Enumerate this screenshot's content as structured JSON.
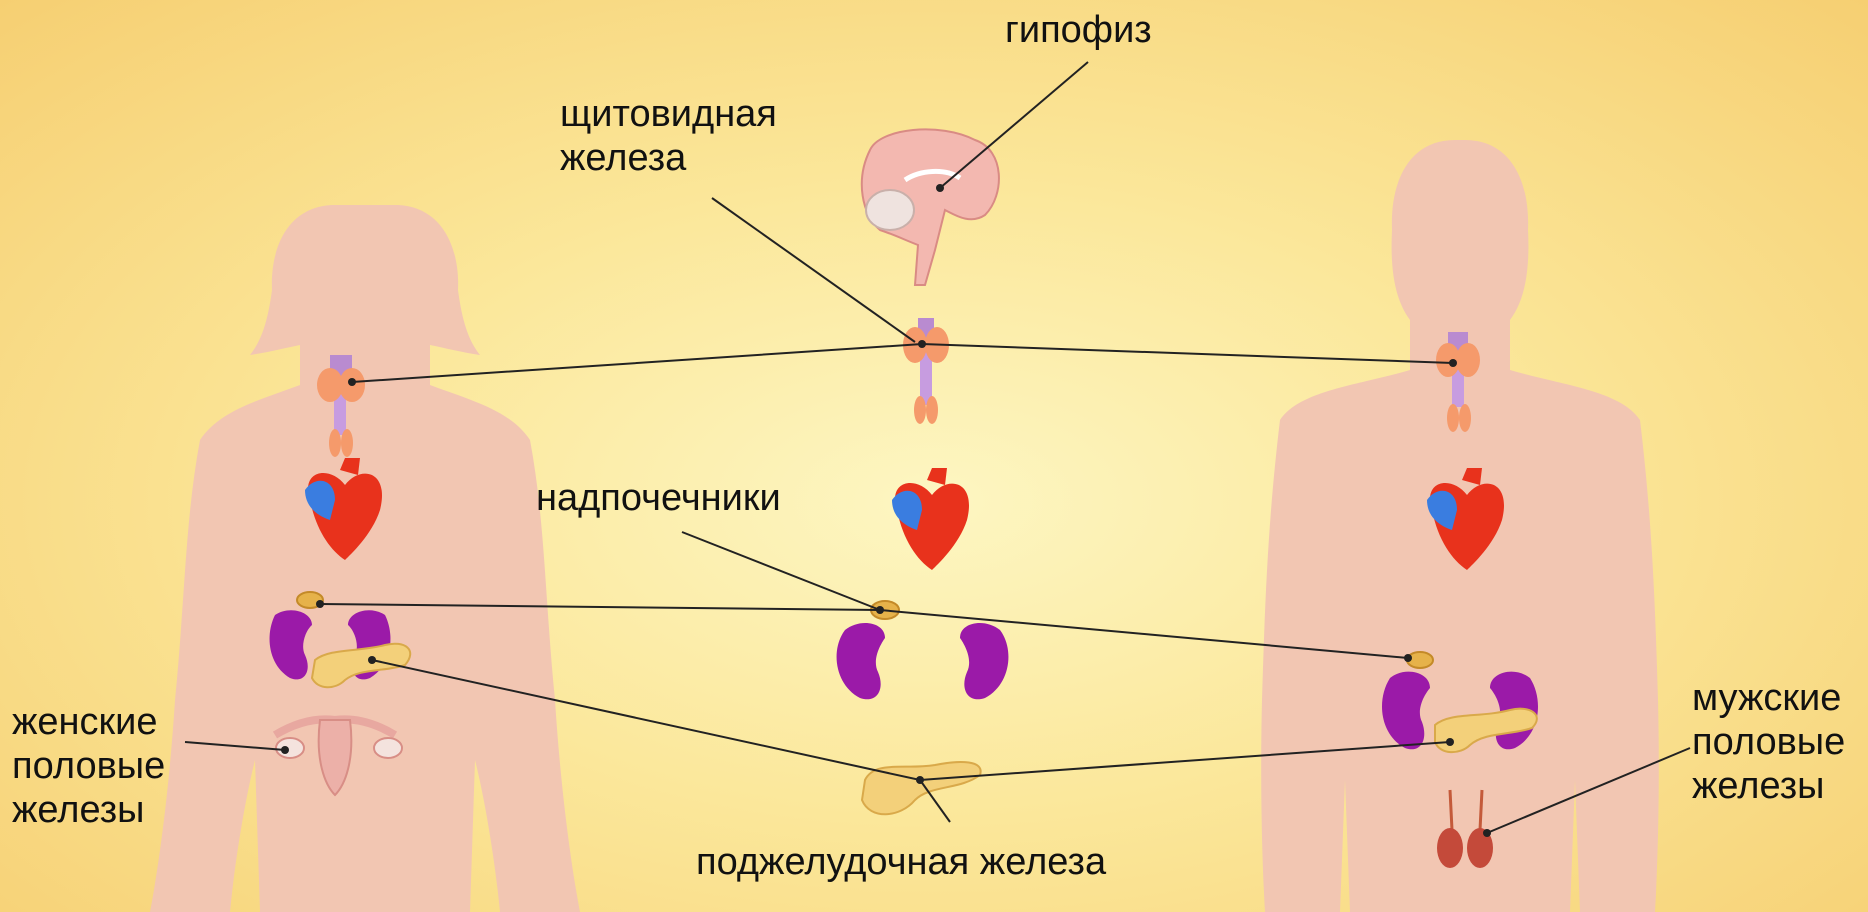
{
  "labels": {
    "pituitary": "гипофиз",
    "thyroid_line1": "щитовидная",
    "thyroid_line2": "железа",
    "adrenal": "надпочечники",
    "pancreas": "поджелудочная железа",
    "female_line1": "женские",
    "female_line2": "половые",
    "female_line3": "железы",
    "male_line1": "мужские",
    "male_line2": "половые",
    "male_line3": "железы"
  },
  "colors": {
    "silhouette": "#f2c6b2",
    "heart_red": "#e8321c",
    "heart_blue": "#3a7de0",
    "kidney": "#9b1aa8",
    "thyroid": "#f59a6b",
    "pancreas": "#f3d07a",
    "brain": "#f3b8b0"
  }
}
